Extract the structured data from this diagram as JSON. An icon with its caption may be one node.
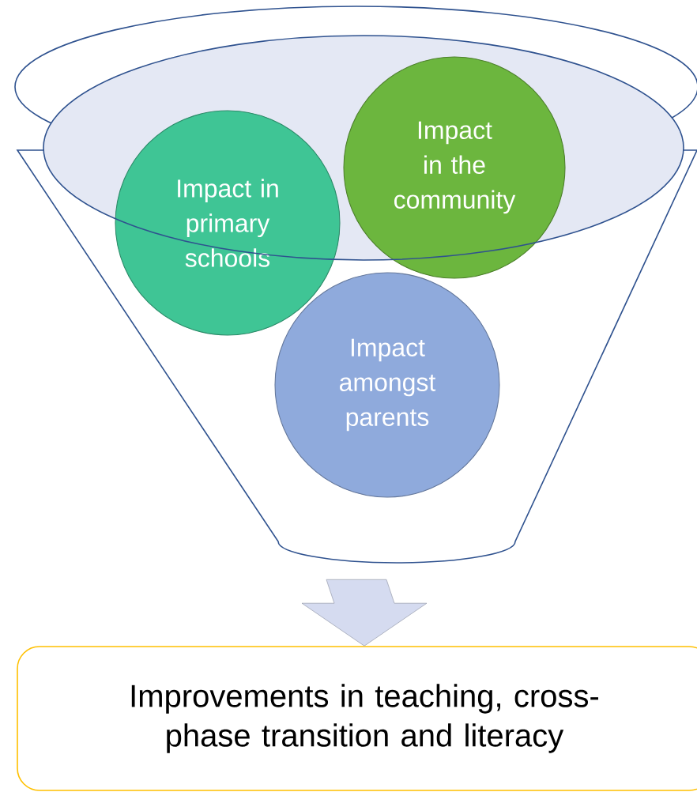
{
  "diagram": {
    "nodes": [
      {
        "text": [],
        "shape": "funnel"
      },
      {
        "text": [
          "Impact in primary schools"
        ]
      },
      {
        "text": [
          "Impact in the community"
        ]
      },
      {
        "text": [
          "Impact amongst parents"
        ],
        "in": 0
      },
      {
        "text": [
          "Improvements in teaching, cross-phase transition and literacy"
        ]
      }
    ],
    "edges": [
      {
        "from": 0,
        "to": 4,
        "arrow": "to"
      }
    ]
  }
}
